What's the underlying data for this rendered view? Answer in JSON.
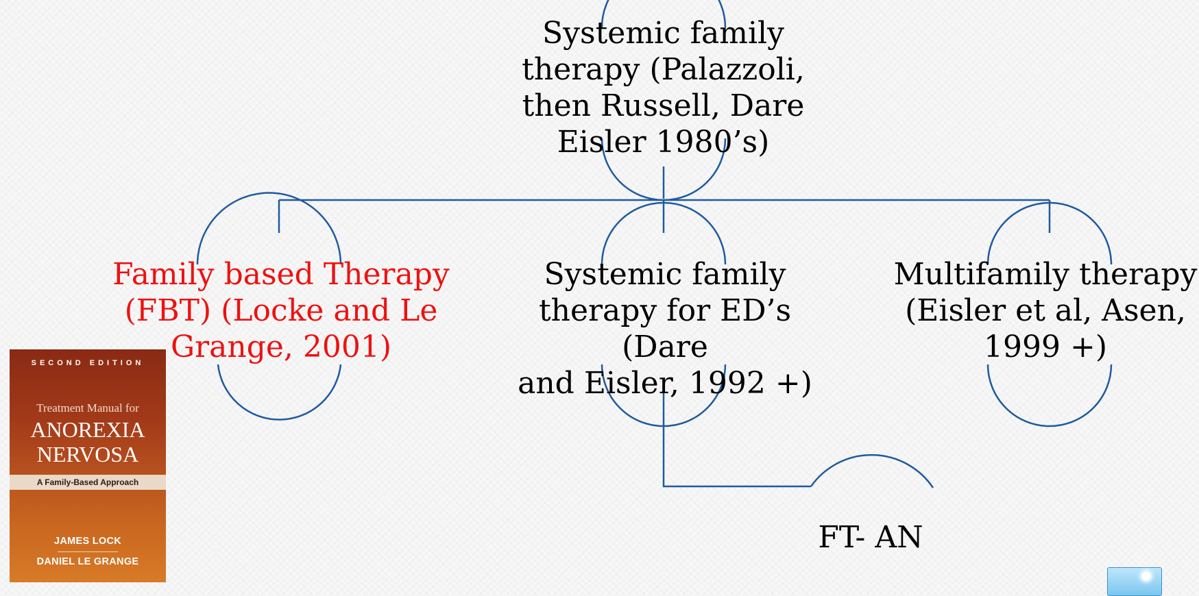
{
  "nodes": {
    "root": [
      "Systemic family",
      "therapy (Palazzoli,",
      "then Russell, Dare",
      "Eisler 1980’s)"
    ],
    "fbt": [
      "Family based Therapy",
      "(FBT) (Locke and Le",
      "Grange, 2001)"
    ],
    "systemic_ed": [
      "Systemic family",
      "therapy for ED’s (Dare",
      "and Eisler, 1992 +)"
    ],
    "multifamily": [
      "Multifamily therapy",
      "(Eisler et al, Asen,",
      "1999 +)"
    ],
    "ftan": "FT- AN"
  },
  "book": {
    "edition": "SECOND EDITION",
    "title_small": "Treatment Manual for",
    "title_line1": "ANOREXIA",
    "title_line2": "NERVOSA",
    "subtitle": "A Family-Based Approach",
    "author1": "JAMES LOCK",
    "author2": "DANIEL LE GRANGE"
  },
  "colors": {
    "connector": "#1f5aa0",
    "highlight_text": "#ee1111"
  }
}
